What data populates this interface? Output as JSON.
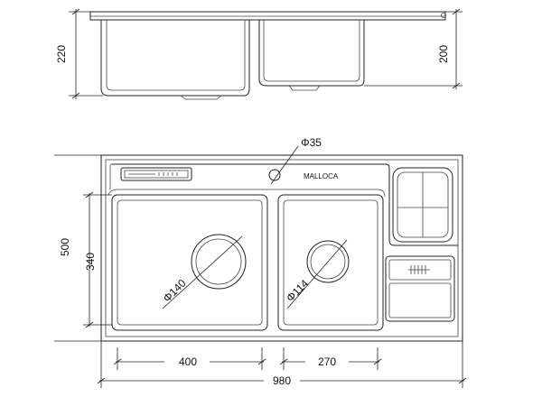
{
  "brand": "MALLOCA",
  "dimensions": {
    "side_height_left": "220",
    "side_height_right": "200",
    "overall_depth": "500",
    "bowl_depth": "340",
    "bowl_left_width": "400",
    "bowl_right_width": "270",
    "overall_width": "980",
    "tap_hole": "Φ35",
    "drain_left": "Φ140",
    "drain_right": "Φ114"
  },
  "colors": {
    "line": "#222222",
    "background": "#ffffff"
  }
}
